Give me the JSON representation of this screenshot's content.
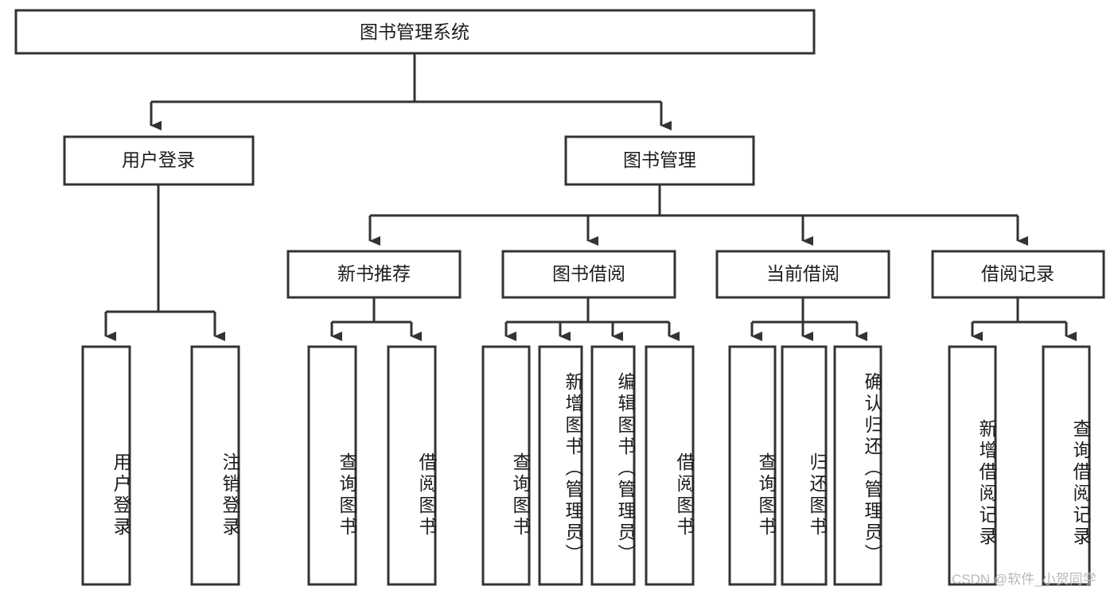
{
  "diagram": {
    "type": "tree",
    "title": "图书管理系统",
    "root": {
      "label": "图书管理系统",
      "orientation": "horizontal"
    },
    "level2": [
      {
        "label": "用户登录",
        "orientation": "horizontal"
      },
      {
        "label": "图书管理",
        "orientation": "horizontal"
      }
    ],
    "level3": [
      {
        "label": "新书推荐",
        "orientation": "horizontal"
      },
      {
        "label": "图书借阅",
        "orientation": "horizontal"
      },
      {
        "label": "当前借阅",
        "orientation": "horizontal"
      },
      {
        "label": "借阅记录",
        "orientation": "horizontal"
      }
    ],
    "leaves": {
      "user_login": [
        {
          "label": "用户登录",
          "orientation": "vertical"
        },
        {
          "label": "注销登录",
          "orientation": "vertical"
        }
      ],
      "new_book_recommend": [
        {
          "label": "查询图书",
          "orientation": "vertical"
        },
        {
          "label": "借阅图书",
          "orientation": "vertical"
        }
      ],
      "book_borrow": [
        {
          "label": "查询图书",
          "orientation": "vertical"
        },
        {
          "label": "新增图书（管理员）",
          "orientation": "vertical"
        },
        {
          "label": "编辑图书（管理员）",
          "orientation": "vertical"
        },
        {
          "label": "借阅图书",
          "orientation": "vertical"
        }
      ],
      "current_borrow": [
        {
          "label": "查询图书",
          "orientation": "vertical"
        },
        {
          "label": "归还图书",
          "orientation": "vertical"
        },
        {
          "label": "确认归还（管理员）",
          "orientation": "vertical"
        }
      ],
      "borrow_record": [
        {
          "label": "新增借阅记录",
          "orientation": "vertical"
        },
        {
          "label": "查询借阅记录",
          "orientation": "vertical"
        }
      ]
    },
    "watermark": "CSDN @软件_小贺同学",
    "colors": {
      "background": "#ffffff",
      "box_fill": "#ffffff",
      "box_stroke": "#333333",
      "text": "#1c1c1c",
      "watermark": "#b8b8b8"
    }
  }
}
